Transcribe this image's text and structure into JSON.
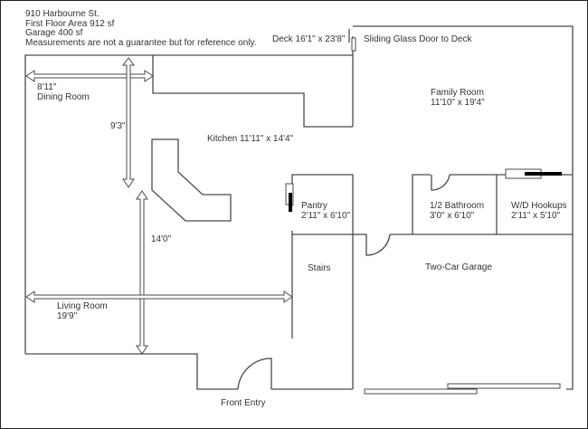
{
  "header": {
    "address": "910 Harbourne St.",
    "first_floor_area": "First Floor Area 912 sf",
    "garage_area": "Garage 400 sf",
    "disclaimer": "Measurements are not a guarantee but for reference only."
  },
  "labels": {
    "deck": "Deck 16'1\" x 23'8\"",
    "sliding_door": "Sliding Glass Door to Deck",
    "family_room_name": "Family Room",
    "family_room_dims": "11'10\" x 19'4\"",
    "dining_width": "8'11\"",
    "dining_room_name": "Dining Room",
    "dining_length": "9'3\"",
    "kitchen": "Kitchen 11'11\" x 14'4\"",
    "pantry_name": "Pantry",
    "pantry_dims": "2'11\" x 6'10\"",
    "bathroom_name": "1/2 Bathroom",
    "bathroom_dims": "3'0\" x 6'10\"",
    "wd_name": "W/D Hookups",
    "wd_dims": "2'11\" x 5'10\"",
    "living_length": "14'0\"",
    "stairs": "Stairs",
    "garage": "Two-Car Garage",
    "living_room_name": "Living Room",
    "living_width": "19'9\"",
    "front_entry": "Front Entry"
  },
  "colors": {
    "wall": "#4a4a4a",
    "text": "#333333",
    "appliance": "#000000",
    "background": "#ffffff"
  }
}
